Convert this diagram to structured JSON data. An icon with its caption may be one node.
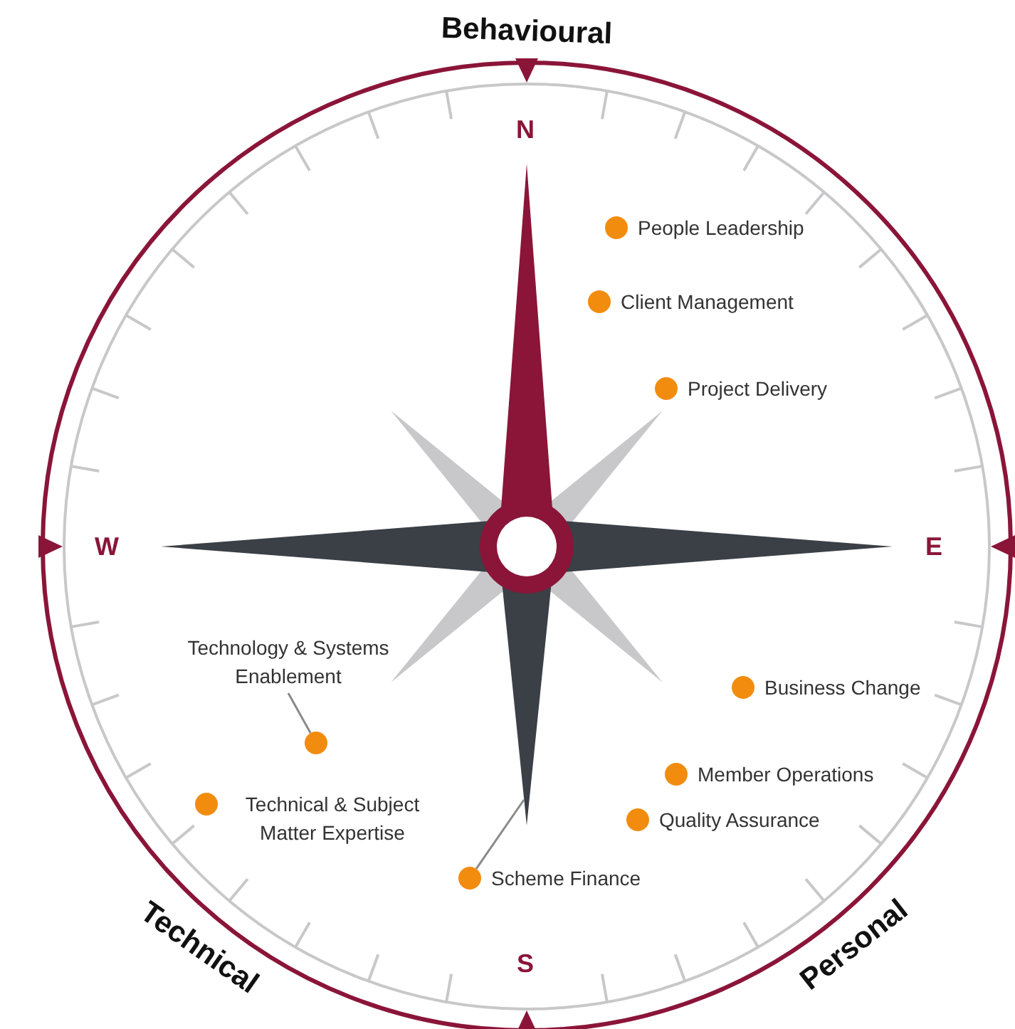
{
  "diagram": {
    "nodes": [
      {
        "text": [
          "People Leadership"
        ]
      },
      {
        "text": [
          "Client Management"
        ]
      },
      {
        "text": [
          "Project Delivery"
        ]
      },
      {
        "text": [
          "Technology & Systems Enablement"
        ]
      },
      {
        "text": [],
        "shape": "circle"
      },
      {
        "text": [
          "Business Change"
        ]
      },
      {
        "text": [
          "Member Operations"
        ]
      },
      {
        "text": [
          "Technical & Subject Matter Expertise"
        ]
      },
      {
        "text": [
          "Quality Assurance"
        ]
      },
      {
        "text": [
          "Scheme Finance"
        ]
      }
    ],
    "edges": [
      {
        "from": 3,
        "to": 4,
        "arrow": "none"
      },
      {
        "from": 9,
        "to": null,
        "arrow": "none"
      }
    ],
    "labels": [
      "Behavioural",
      "N",
      "W",
      "E",
      "S",
      "Technical",
      "Personal"
    ]
  }
}
